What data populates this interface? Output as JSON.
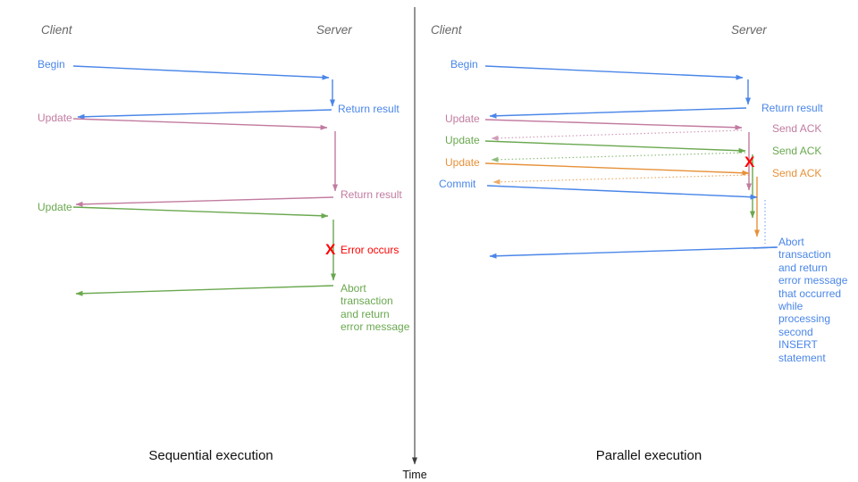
{
  "diagram": {
    "left_panel": {
      "caption": "Sequential execution",
      "client_header": "Client",
      "server_header": "Server",
      "messages": {
        "begin": "Begin",
        "return_result_1": "Return result",
        "update_1": "Update",
        "return_result_2": "Return result",
        "update_2": "Update",
        "error_mark": "X",
        "error_label": "Error occurs",
        "abort_label": "Abort\ntransaction\nand return\nerror message"
      }
    },
    "right_panel": {
      "caption": "Parallel execution",
      "client_header": "Client",
      "server_header": "Server",
      "messages": {
        "begin": "Begin",
        "return_result": "Return result",
        "update_1": "Update",
        "send_ack_1": "Send ACK",
        "update_2": "Update",
        "send_ack_2": "Send ACK",
        "update_3": "Update",
        "send_ack_3": "Send ACK",
        "commit": "Commit",
        "error_mark": "X",
        "abort_label": "Abort\ntransaction\nand return\nerror message\nthat occurred\nwhile\nprocessing\nsecond\nINSERT\nstatement"
      }
    },
    "time_axis": {
      "label": "Time"
    },
    "colors": {
      "blue": "#4a86e8",
      "pink": "#c27ba0",
      "green": "#6aa84f",
      "orange": "#e69138",
      "red": "#ff0000",
      "header_gray": "#666666",
      "axis_dark": "#3d3d3d"
    }
  }
}
